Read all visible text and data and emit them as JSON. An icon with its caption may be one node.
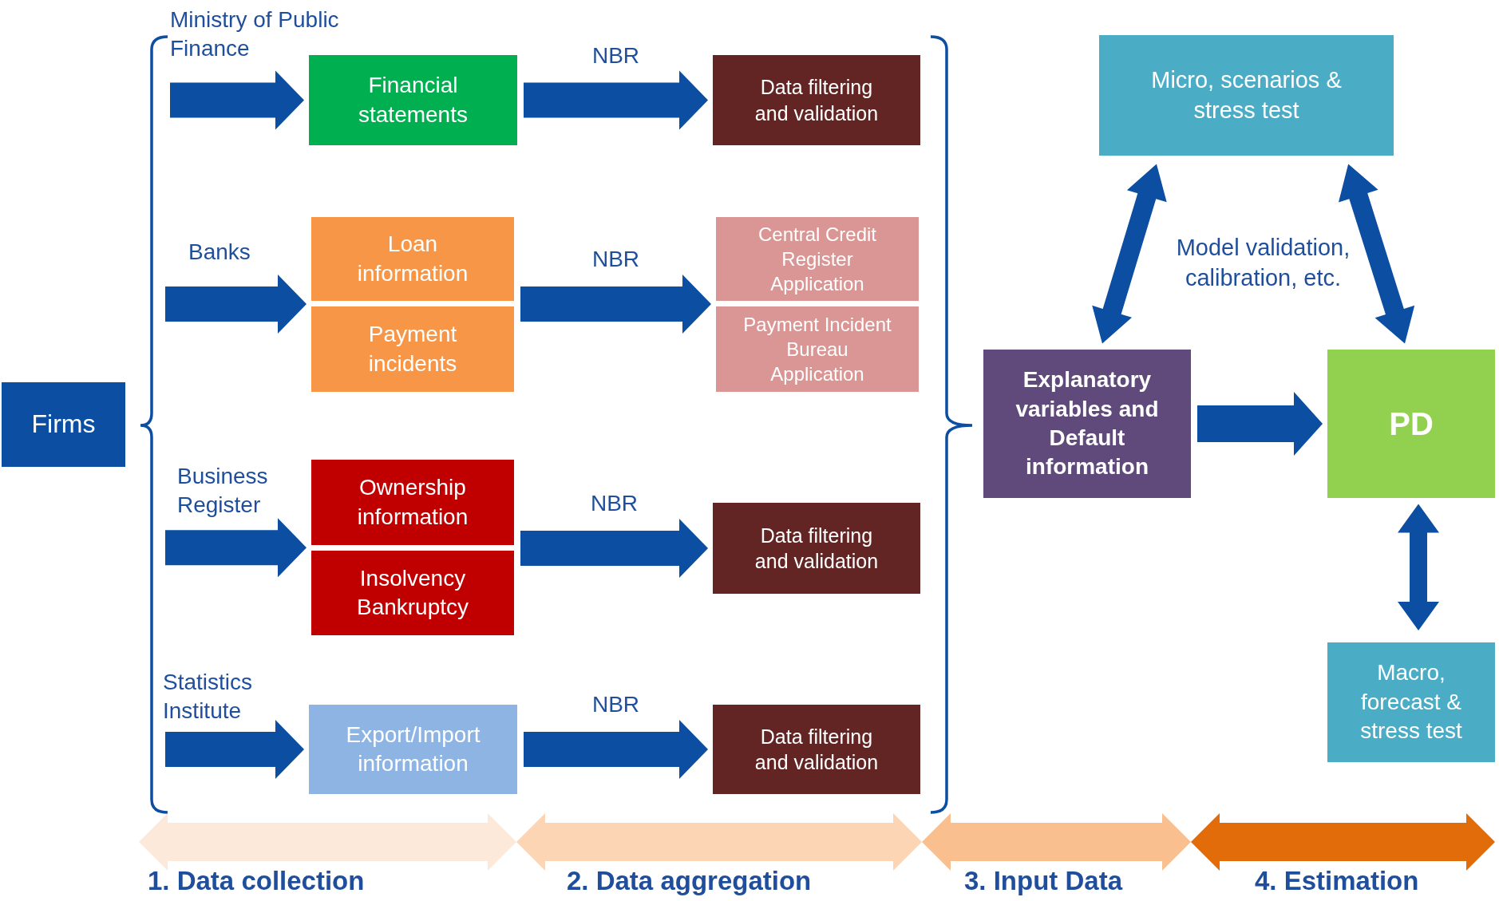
{
  "diagram": {
    "nodes": [
      {
        "text": [
          "Firms"
        ]
      },
      {
        "text": [
          "Ministry of Public Finance"
        ]
      },
      {
        "text": [
          "Financial statements"
        ]
      },
      {
        "text": [
          "Data filtering and validation"
        ]
      },
      {
        "text": [
          "Banks"
        ]
      },
      {
        "text": [
          "Loan information"
        ]
      },
      {
        "text": [
          "Payment incidents"
        ]
      },
      {
        "text": [
          "Central Credit Register Application"
        ]
      },
      {
        "text": [
          "Payment Incident Bureau Application"
        ]
      },
      {
        "text": [
          "Business Register"
        ]
      },
      {
        "text": [
          "Ownership information"
        ]
      },
      {
        "text": [
          "Insolvency Bankruptcy"
        ]
      },
      {
        "text": [
          "Data filtering and validation"
        ]
      },
      {
        "text": [
          "Statistics Institute"
        ]
      },
      {
        "text": [
          "Export/Import information"
        ]
      },
      {
        "text": [
          "Data filtering and validation"
        ]
      },
      {
        "text": [
          "Micro, scenarios & stress test"
        ]
      },
      {
        "text": [
          "Explanatory variables and Default information"
        ]
      },
      {
        "text": [
          "PD"
        ]
      },
      {
        "text": [
          "Macro, forecast & stress test"
        ]
      }
    ],
    "edges": [
      {
        "from": 1,
        "to": 2,
        "arrow": "to"
      },
      {
        "from": 2,
        "to": 3,
        "arrow": "to",
        "label": "NBR"
      },
      {
        "from": 4,
        "to": 5,
        "arrow": "to"
      },
      {
        "from": 4,
        "to": 6,
        "arrow": "to"
      },
      {
        "from": 5,
        "to": 7,
        "arrow": "to",
        "label": "NBR"
      },
      {
        "from": 6,
        "to": 8,
        "arrow": "to"
      },
      {
        "from": 9,
        "to": 10,
        "arrow": "to"
      },
      {
        "from": 9,
        "to": 11,
        "arrow": "to"
      },
      {
        "from": 10,
        "to": 12,
        "arrow": "to",
        "label": "NBR"
      },
      {
        "from": 11,
        "to": 12,
        "arrow": "to"
      },
      {
        "from": 13,
        "to": 14,
        "arrow": "to"
      },
      {
        "from": 14,
        "to": 15,
        "arrow": "to",
        "label": "NBR"
      },
      {
        "from": 17,
        "to": 18,
        "arrow": "to"
      },
      {
        "from": 17,
        "to": 16,
        "arrow": "both"
      },
      {
        "from": 18,
        "to": 16,
        "arrow": "both"
      },
      {
        "from": 18,
        "to": 19,
        "arrow": "both"
      }
    ],
    "labels": [
      "Model validation, calibration, etc.",
      "1. Data collection",
      "2. Data aggregation",
      "3. Input Data",
      "4. Estimation"
    ]
  }
}
